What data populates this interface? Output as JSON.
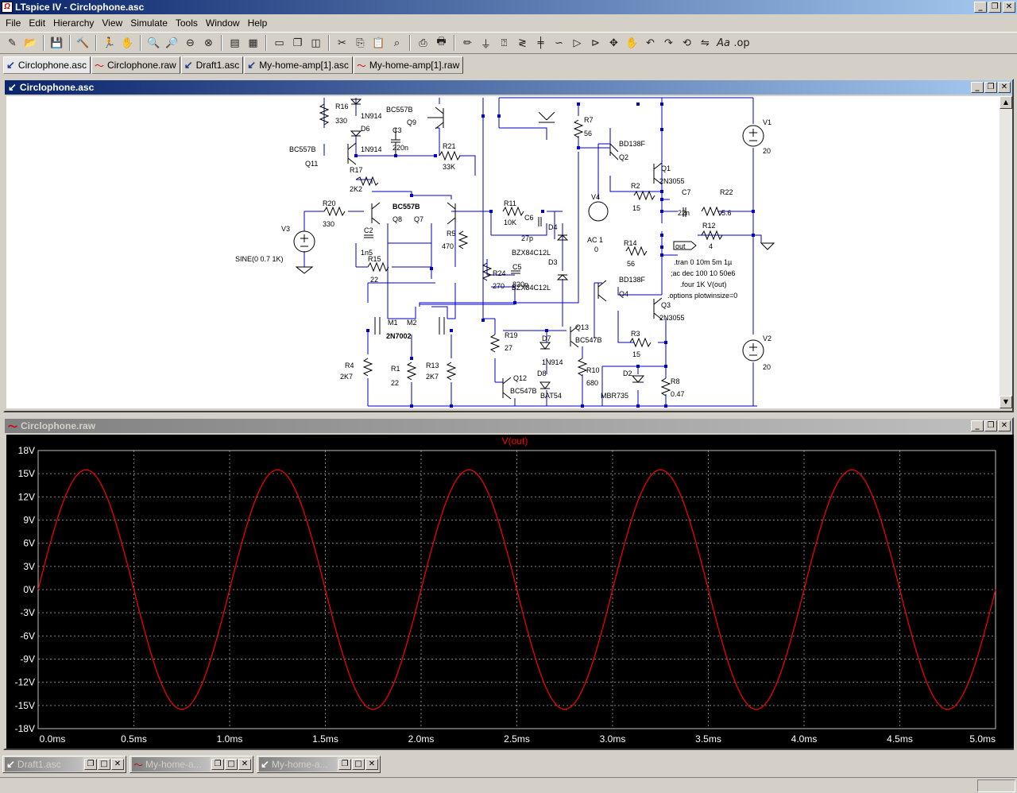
{
  "app": {
    "title": "LTspice IV - Circlophone.asc",
    "icon_glyph": "Ω"
  },
  "window_buttons": {
    "minimize": "_",
    "restore": "❐",
    "close": "✕"
  },
  "menu": [
    "File",
    "Edit",
    "Hierarchy",
    "View",
    "Simulate",
    "Tools",
    "Window",
    "Help"
  ],
  "toolbar_icons": [
    "new-schematic-icon",
    "open-icon",
    "separator",
    "save-icon",
    "separator",
    "control-panel-icon",
    "separator",
    "run-icon",
    "halt-icon",
    "separator",
    "zoom-in-icon",
    "zoom-pan-icon",
    "zoom-out-icon",
    "zoom-fit-icon",
    "separator",
    "autorange-icon",
    "separator",
    "tile-horizontal-icon",
    "cascade-icon",
    "tile-vertical-icon",
    "separator",
    "cut-icon",
    "copy-icon",
    "find-icon",
    "separator",
    "print-setup-icon",
    "print-icon",
    "separator",
    "wire-icon",
    "ground-icon",
    "label-icon",
    "resistor-icon",
    "capacitor-icon",
    "inductor-icon",
    "diode-icon",
    "component-icon",
    "move-icon",
    "drag-icon",
    "undo-icon",
    "redo-icon",
    "rotate-icon",
    "mirror-icon",
    "text-icon",
    "spice-directive-icon"
  ],
  "tabs": [
    {
      "label": "Circlophone.asc",
      "kind": "schematic",
      "active": true
    },
    {
      "label": "Circlophone.raw",
      "kind": "waveform",
      "active": false
    },
    {
      "label": "Draft1.asc",
      "kind": "schematic",
      "active": false
    },
    {
      "label": "My-home-amp[1].asc",
      "kind": "schematic",
      "active": false
    },
    {
      "label": "My-home-amp[1].raw",
      "kind": "waveform",
      "active": false
    }
  ],
  "schematic_window": {
    "title": "Circlophone.asc"
  },
  "schematic_labels": {
    "R16": "R16",
    "R16v": "330",
    "D6a": "1N914",
    "D6": "D6",
    "D6v": "1N914",
    "C3q": "BC557B",
    "C3": "C3",
    "C3v": "220n",
    "Q9": "Q9",
    "Q11t": "BC557B",
    "Q11": "Q11",
    "R17": "R17",
    "R17v": "2K2",
    "R21": "R21",
    "R21v": "33K",
    "R7": "R7",
    "R7v": "56",
    "Q2t": "BD138F",
    "Q2": "Q2",
    "Q1": "Q1",
    "Q1t": "2N3055",
    "R2": "R2",
    "R2v": "15",
    "C7": "C7",
    "C7v": "22n",
    "R22": "R22",
    "R22v": "5.6",
    "V1": "V1",
    "V1v": "20",
    "R20": "R20",
    "R20v": "330",
    "Q8t": "BC557B",
    "Q8": "Q8",
    "Q7": "Q7",
    "R11": "R11",
    "R11v": "10K",
    "C6": "C6",
    "C6v": "27p",
    "V4": "V4",
    "R12": "R12",
    "R12v": "4",
    "V3": "V3",
    "V3v": "SINE(0 0.7 1K)",
    "C2": "C2",
    "C2v": "1n5",
    "R15": "R15",
    "R15v": "22",
    "R5": "R5",
    "R5v": "470",
    "D4": "D4",
    "D4v": "BZX84C12L",
    "D3": "D3",
    "D3v": "BZX84C12L",
    "AC": "AC 1",
    "ACv": "0",
    "R14": "R14",
    "R14v": "56",
    "out": "out",
    "C5": "C5",
    "C5v": "820p",
    "R24": "R24",
    "R24v": "270",
    "Q4t": "BD138F",
    "Q4": "Q4",
    "Q3": "Q3",
    "Q3t": "2N3055",
    "dir1": ".tran 0 10m 5m 1µ",
    "dir2": ";ac dec 100 10 50e6",
    "dir3": ".four 1K V(out)",
    "dir4": ".options plotwinsize=0",
    "M1": "M1",
    "M2": "M2",
    "Mt": "2N7002",
    "R19": "R19",
    "R19v": "27",
    "D7": "D7",
    "D7v": "1N914",
    "D8": "D8",
    "D8v": "BAT54",
    "Q13": "Q13",
    "Q13t": "BC547B",
    "R3": "R3",
    "R3v": "15",
    "V2": "V2",
    "V2v": "20",
    "R4": "R4",
    "R4v": "2K7",
    "R1": "R1",
    "R1v": "22",
    "R13": "R13",
    "R13v": "2K7",
    "Q12": "Q12",
    "Q12t": "BC547B",
    "R10": "R10",
    "R10v": "680",
    "D2": "D2",
    "D2v": "MBR735",
    "R8": "R8",
    "R8v": "0.47"
  },
  "waveform_window": {
    "title": "Circlophone.raw"
  },
  "chart_data": {
    "type": "line",
    "title": "V(out)",
    "xlabel": "",
    "ylabel": "",
    "xlim": [
      0,
      5
    ],
    "ylim": [
      -18,
      18
    ],
    "x_ticks": [
      "0.0ms",
      "0.5ms",
      "1.0ms",
      "1.5ms",
      "2.0ms",
      "2.5ms",
      "3.0ms",
      "3.5ms",
      "4.0ms",
      "4.5ms",
      "5.0ms"
    ],
    "y_ticks": [
      "18V",
      "15V",
      "12V",
      "9V",
      "6V",
      "3V",
      "0V",
      "-3V",
      "-6V",
      "-9V",
      "-12V",
      "-15V",
      "-18V"
    ],
    "grid": true,
    "series": [
      {
        "name": "V(out)",
        "color": "#ff0000",
        "frequency_khz": 1,
        "amplitude_v": 15.5,
        "offset_v": 0
      }
    ]
  },
  "minimized_windows": [
    {
      "label": "Draft1.asc",
      "kind": "schematic"
    },
    {
      "label": "My-home-a...",
      "kind": "waveform"
    },
    {
      "label": "My-home-a...",
      "kind": "schematic"
    }
  ],
  "colors": {
    "wire": "#0000c8",
    "part": "#000000",
    "trace": "#ff0000",
    "plot_bg": "#000000",
    "grid": "#808080",
    "axis_text": "#ffffff"
  }
}
